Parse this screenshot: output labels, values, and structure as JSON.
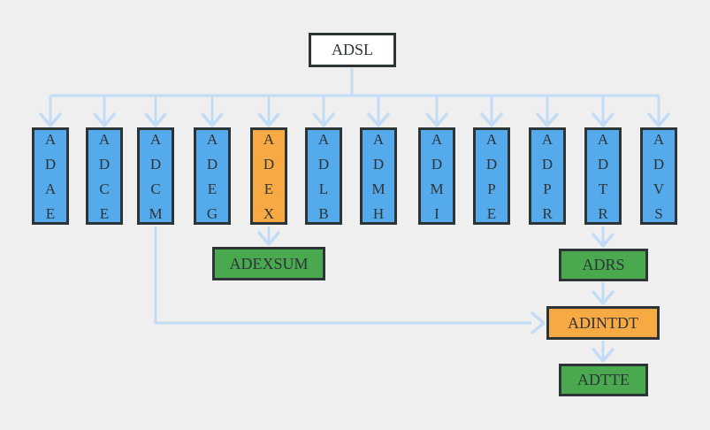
{
  "colors": {
    "background": "#efefef",
    "border": "#2d3436",
    "text": "#2d3436",
    "arrow": "#c2dcf5",
    "white": "#ffffff",
    "blue": "#55aaec",
    "orange": "#f7aa43",
    "green": "#4aa84f"
  },
  "diagram": {
    "root": {
      "label": "ADSL",
      "fill": "white"
    },
    "datasets": [
      {
        "label": "ADAE",
        "fill": "blue"
      },
      {
        "label": "ADCE",
        "fill": "blue"
      },
      {
        "label": "ADCM",
        "fill": "blue"
      },
      {
        "label": "ADEG",
        "fill": "blue"
      },
      {
        "label": "ADEX",
        "fill": "orange"
      },
      {
        "label": "ADLB",
        "fill": "blue"
      },
      {
        "label": "ADMH",
        "fill": "blue"
      },
      {
        "label": "ADMI",
        "fill": "blue"
      },
      {
        "label": "ADPE",
        "fill": "blue"
      },
      {
        "label": "ADPR",
        "fill": "blue"
      },
      {
        "label": "ADTR",
        "fill": "blue"
      },
      {
        "label": "ADVS",
        "fill": "blue"
      }
    ],
    "derived": {
      "adexsum": {
        "label": "ADEXSUM",
        "fill": "green",
        "parent": "ADEX"
      },
      "adrs": {
        "label": "ADRS",
        "fill": "green",
        "parent": "ADTR"
      },
      "adintdt": {
        "label": "ADINTDT",
        "fill": "orange",
        "parents": "ADRS, ADCM"
      },
      "adtte": {
        "label": "ADTTE",
        "fill": "green",
        "parent": "ADINTDT"
      }
    }
  }
}
